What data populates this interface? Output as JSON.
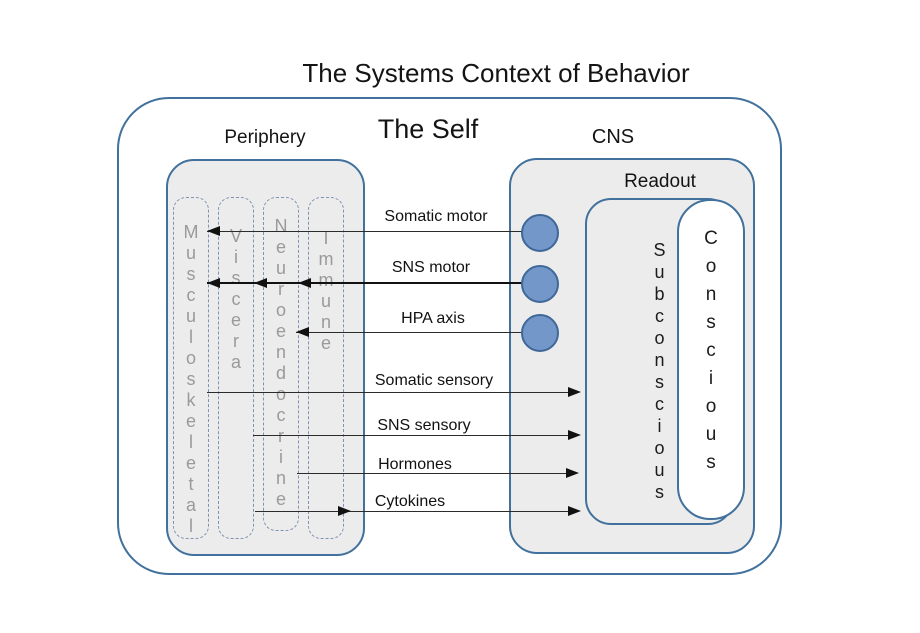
{
  "title": "The Systems Context of Behavior",
  "self": {
    "label": "The Self"
  },
  "periphery": {
    "label": "Periphery",
    "columns": [
      {
        "label": "Musculoskeletal"
      },
      {
        "label": "Viscera"
      },
      {
        "label": "Neuroendocrine"
      },
      {
        "label": "Immune"
      }
    ]
  },
  "cns": {
    "label": "CNS",
    "readout_label": "Readout",
    "subconscious_label": "Subconscious",
    "conscious_label": "Conscious",
    "readout_nodes": 3
  },
  "arrows": {
    "somatic_motor": "Somatic motor",
    "sns_motor": "SNS motor",
    "hpa_axis": "HPA axis",
    "somatic_sensory": "Somatic sensory",
    "sns_sensory": "SNS sensory",
    "hormones": "Hormones",
    "cytokines": "Cytokines"
  },
  "colors": {
    "box_border": "#41719c",
    "box_fill": "#ececec",
    "circle_fill": "#7297c8",
    "circle_border": "#3f6899",
    "arrow_color": "#111111",
    "muted_text": "#9a9a9a"
  }
}
